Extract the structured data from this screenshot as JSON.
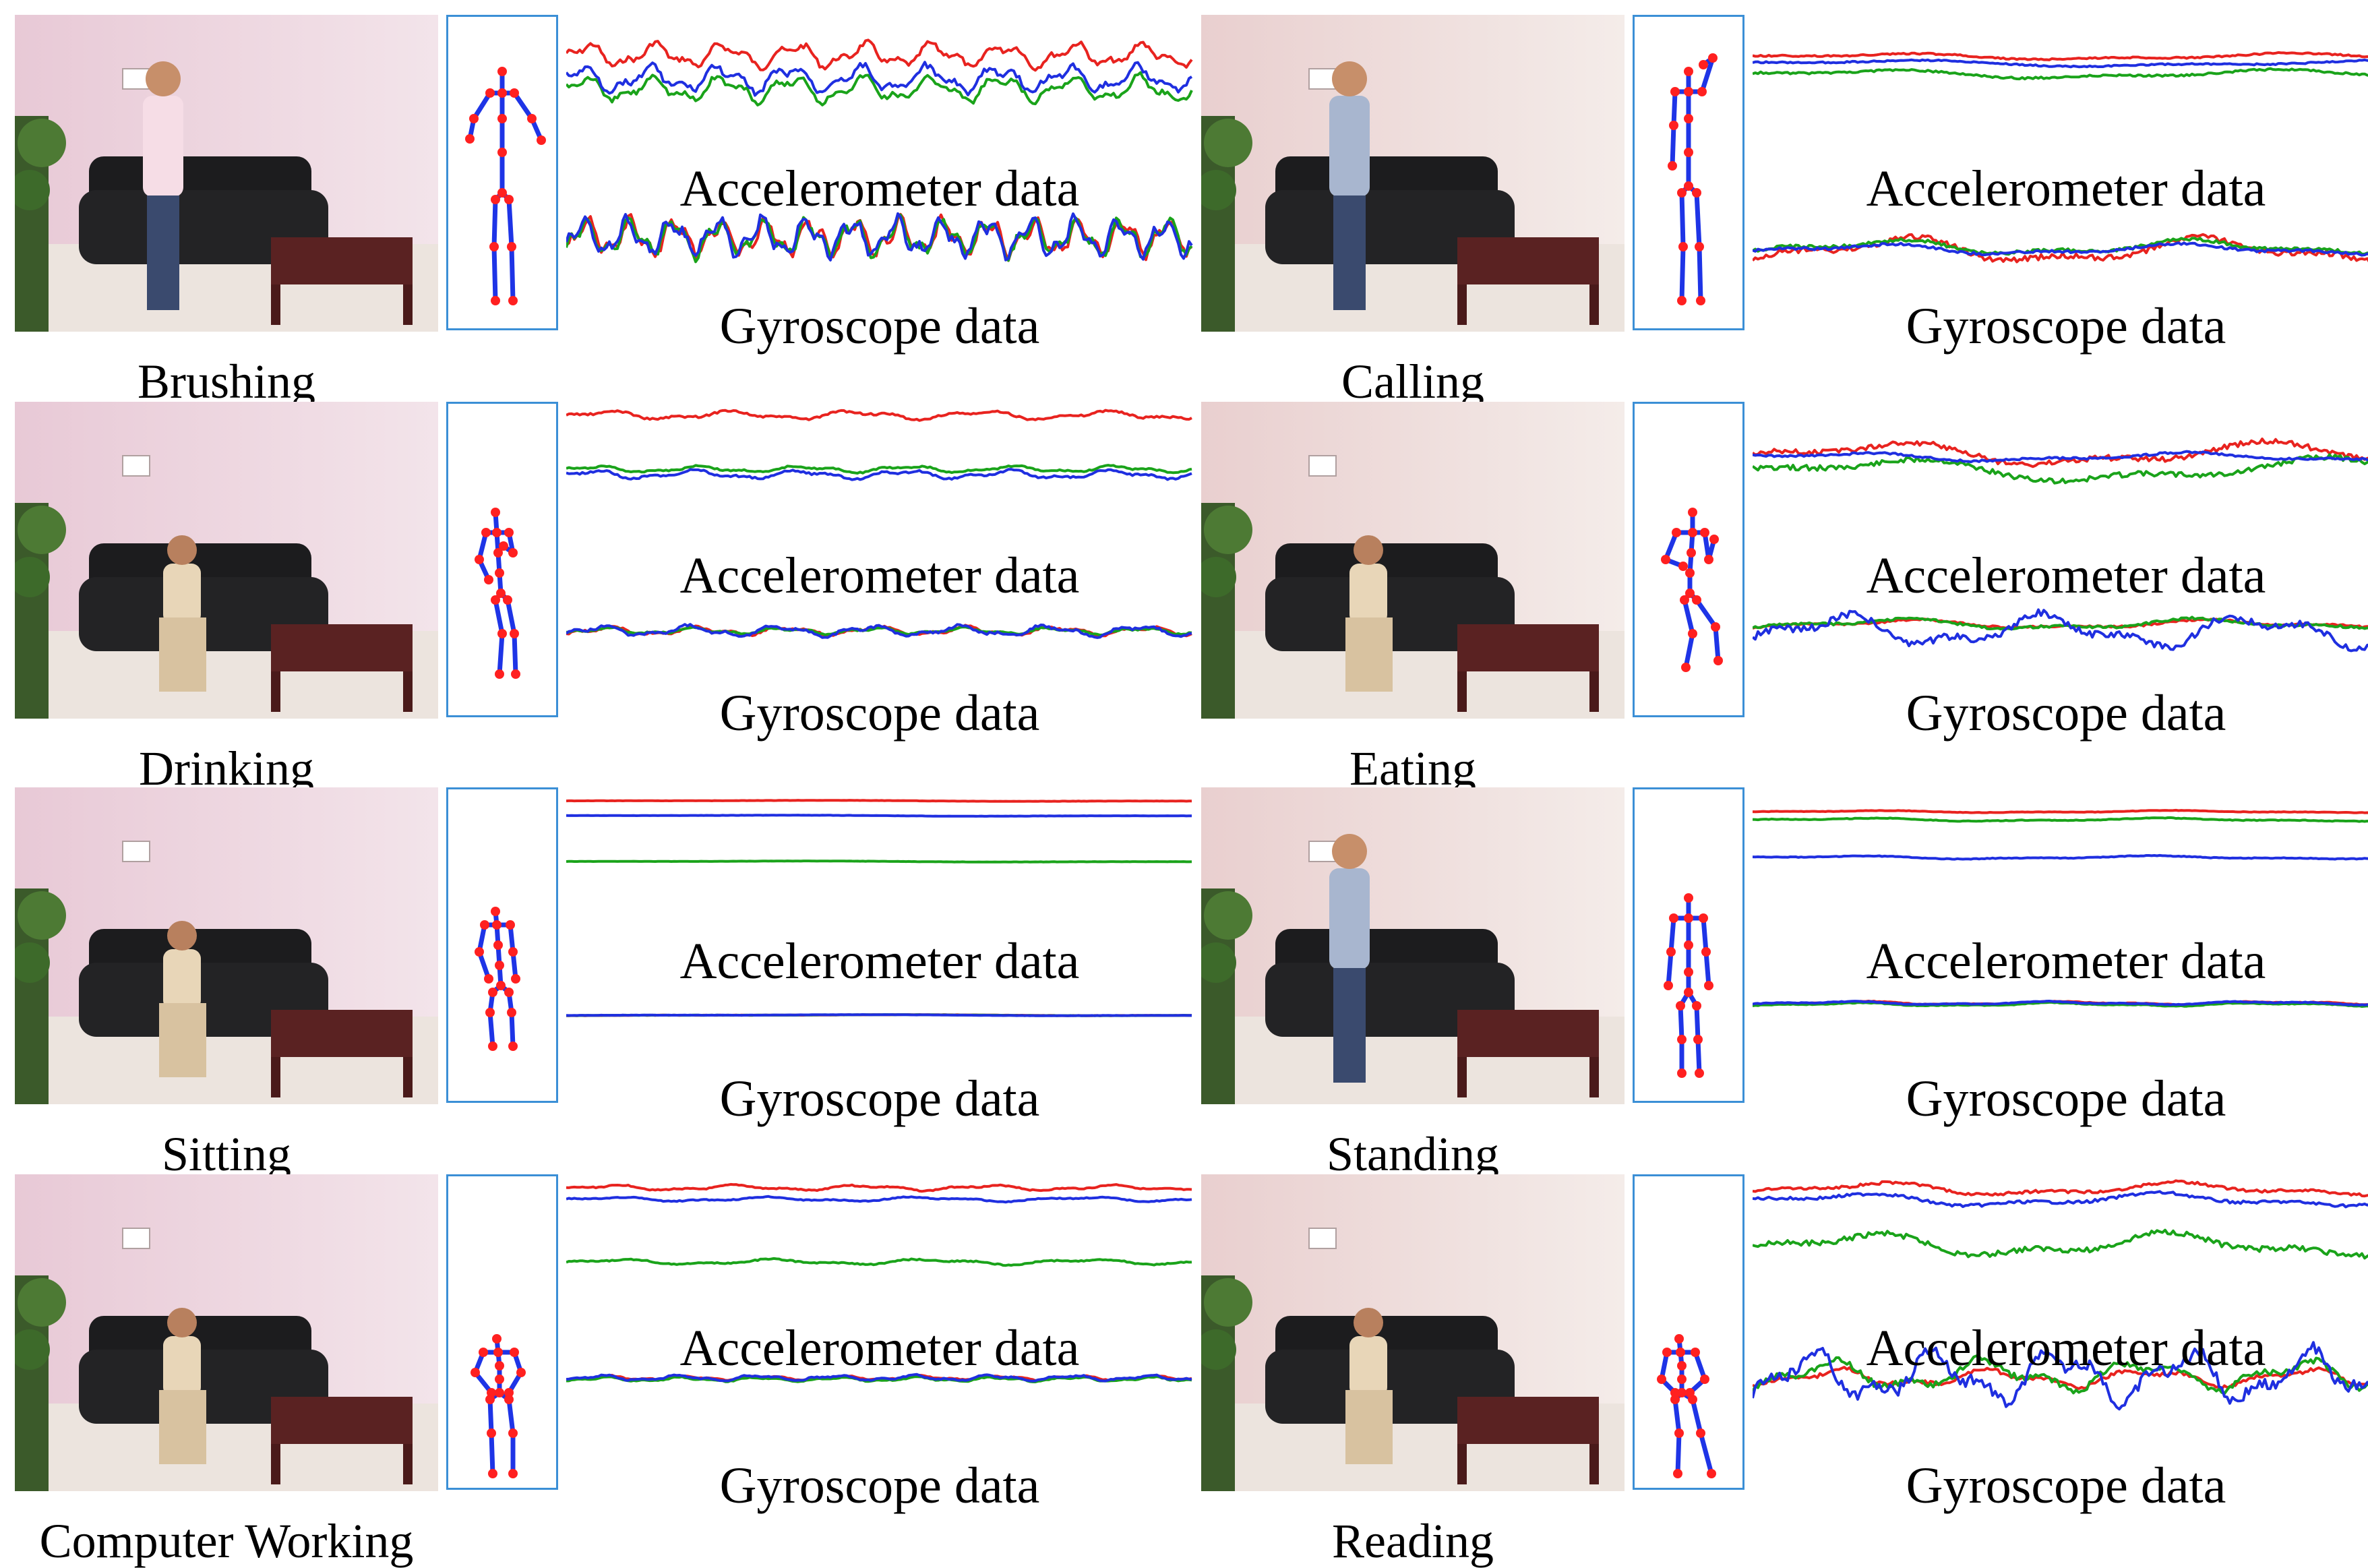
{
  "accelerometer_label": "Accelerometer data",
  "gyroscope_label": "Gyroscope data",
  "trace_colors": {
    "x": "#e8231f",
    "y": "#1aa31a",
    "z": "#1f2fe0"
  },
  "skeleton_colors": {
    "joint": "#ff2020",
    "bone": "#1e34e6"
  },
  "frame_color": "#3b8fd6",
  "panels": [
    {
      "activity": "Brushing",
      "pose": "arm-up",
      "scene": "standing"
    },
    {
      "activity": "Calling",
      "pose": "phone",
      "scene": "standing"
    },
    {
      "activity": "Drinking",
      "pose": "cup",
      "scene": "sofa"
    },
    {
      "activity": "Eating",
      "pose": "eat",
      "scene": "sofa"
    },
    {
      "activity": "Sitting",
      "pose": "sit",
      "scene": "sofa"
    },
    {
      "activity": "Standing",
      "pose": "stand",
      "scene": "standing"
    },
    {
      "activity": "Computer Working",
      "pose": "computer",
      "scene": "sofa"
    },
    {
      "activity": "Reading",
      "pose": "read",
      "scene": "sofa"
    }
  ]
}
